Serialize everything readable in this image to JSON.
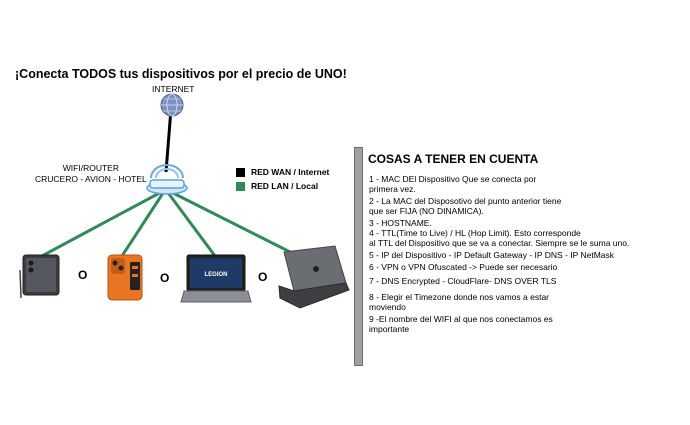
{
  "title": "¡Conecta TODOS tus dispositivos por el precio de UNO!",
  "diagram": {
    "internet_label": "INTERNET",
    "router_label": "WIFI/ROUTER\nCRUCERO - AVION - HOTEL",
    "legend": [
      {
        "label": "RED WAN / Internet",
        "color": "#000000"
      },
      {
        "label": "RED LAN / Local",
        "color": "#2e8b57"
      }
    ],
    "or_labels": [
      "O",
      "O",
      "O"
    ],
    "devices": [
      "phone-icon",
      "phone-icon",
      "laptop-icon",
      "laptop-icon"
    ]
  },
  "panel": {
    "title": "COSAS A TENER EN CUENTA",
    "items": [
      "1 - MAC DEl Dispositivo Que se conecta por\nprimera vez.",
      "2 - La MAC del Disposotivo del punto anterior tiene\nque ser FIJA (NO DINAMICA).",
      "3 - HOSTNAME.",
      "4 - TTL(Time to Live) / HL (Hop Limit). Esto corresponde\nal TTL del Dispositivo que se va a conectar. Siempre se le suma uno.",
      "5 - IP del Dispositivo - IP Default Gateway - IP DNS - IP NetMask",
      "6 - VPN o VPN Ofuscated -> Puede ser necesario",
      "7 - DNS Encrypted - CloudFlare- DNS OVER TLS",
      "8 - Elegir el Timezone donde nos vamos a estar\nmoviendo",
      "9 -El nombre del WIFI al que nos conectamos es\nimportante"
    ]
  }
}
